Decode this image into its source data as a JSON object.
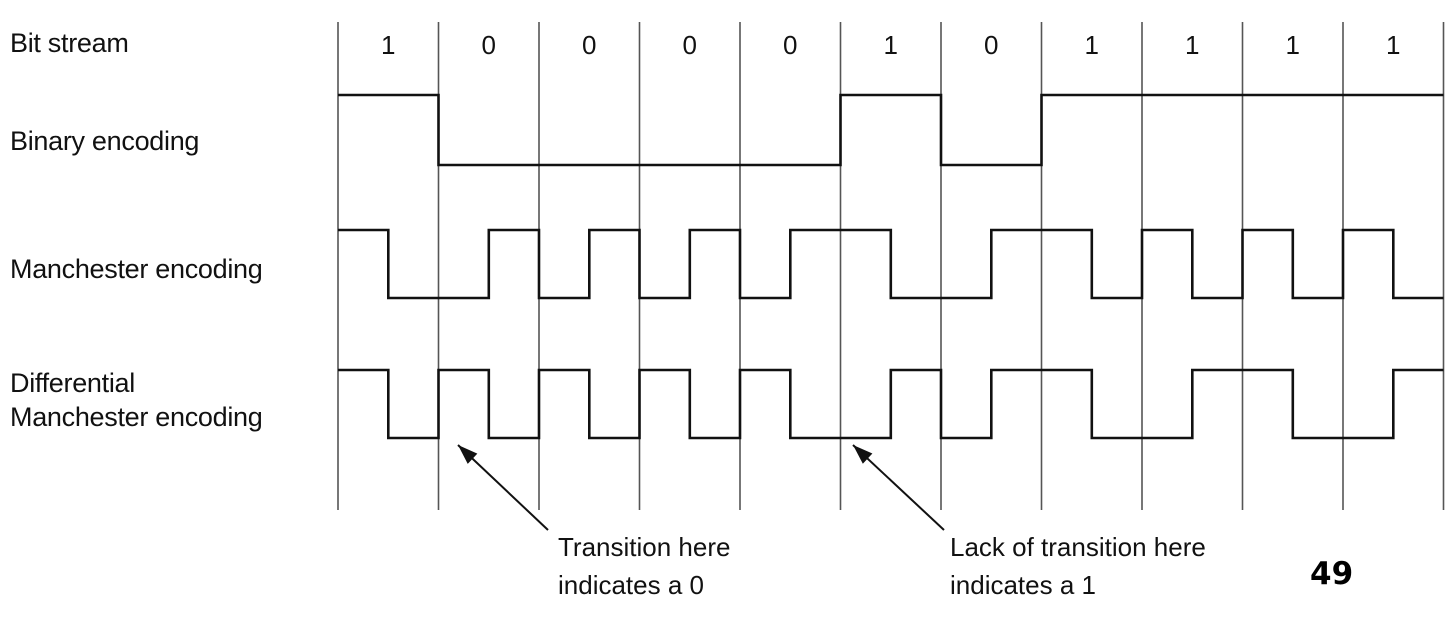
{
  "rows": {
    "bit_stream": "Bit stream",
    "binary": "Binary encoding",
    "manchester": "Manchester encoding",
    "differential_line1": "Differential",
    "differential_line2": "Manchester encoding"
  },
  "bits": [
    "1",
    "0",
    "0",
    "0",
    "0",
    "1",
    "0",
    "1",
    "1",
    "1",
    "1"
  ],
  "callouts": {
    "transition_line1": "Transition here",
    "transition_line2": "indicates a 0",
    "lack_line1": "Lack of transition here",
    "lack_line2": "indicates a 1"
  },
  "slide_number": "49",
  "colors": {
    "line": "#111111",
    "grid": "#555555",
    "background": "#ffffff"
  }
}
